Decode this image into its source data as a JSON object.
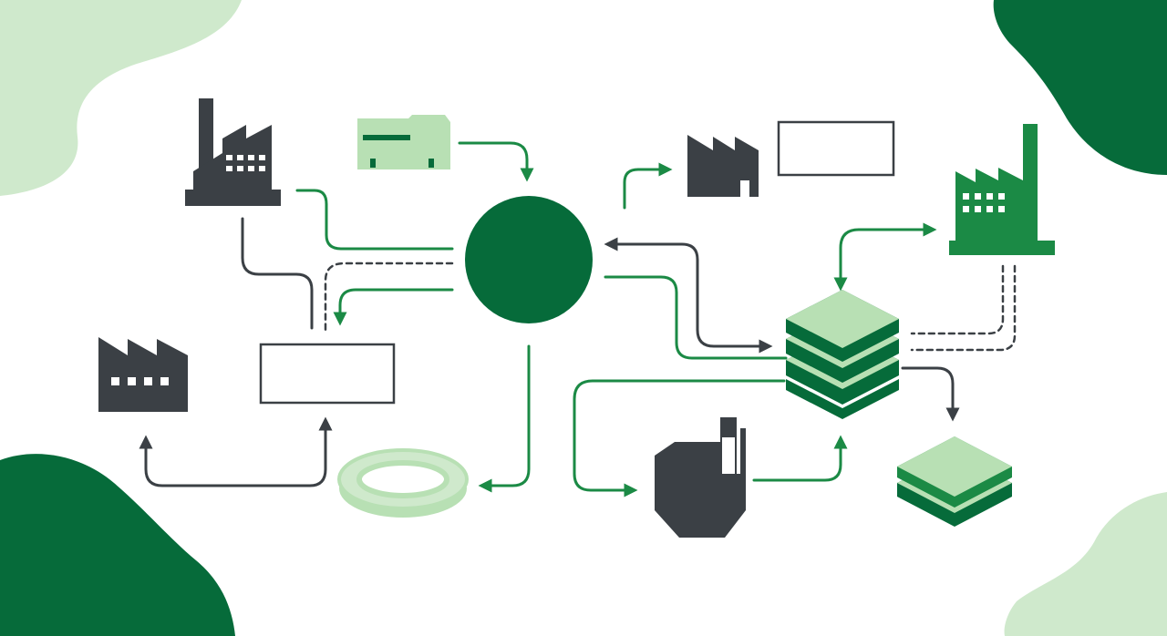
{
  "palette": {
    "dark_green": "#066b3a",
    "mid_green": "#1b8a45",
    "light_green": "#b8e0b4",
    "pale_green": "#cfe9cc",
    "charcoal": "#3b4045",
    "background": "#ffffff"
  },
  "nodes": [
    {
      "id": "factory-top-left",
      "icon": "factory-icon",
      "color": "charcoal"
    },
    {
      "id": "machine-top",
      "icon": "machine-icon",
      "color": "light_green"
    },
    {
      "id": "hub-circle",
      "icon": "circle-hub-icon",
      "color": "dark_green"
    },
    {
      "id": "factory-small-top",
      "icon": "factory-icon",
      "color": "charcoal"
    },
    {
      "id": "empty-box-top",
      "icon": "blank-box",
      "color": "charcoal"
    },
    {
      "id": "factory-right",
      "icon": "factory-icon",
      "color": "dark_green"
    },
    {
      "id": "stack-large",
      "icon": "layer-stack-icon",
      "color": "dark_green"
    },
    {
      "id": "stack-small",
      "icon": "layer-stack-icon",
      "color": "dark_green"
    },
    {
      "id": "factory-left",
      "icon": "factory-icon",
      "color": "charcoal"
    },
    {
      "id": "empty-box-left",
      "icon": "blank-box",
      "color": "charcoal"
    },
    {
      "id": "ring",
      "icon": "ring-icon",
      "color": "light_green"
    },
    {
      "id": "silo-bottom",
      "icon": "furnace-icon",
      "color": "charcoal"
    }
  ]
}
